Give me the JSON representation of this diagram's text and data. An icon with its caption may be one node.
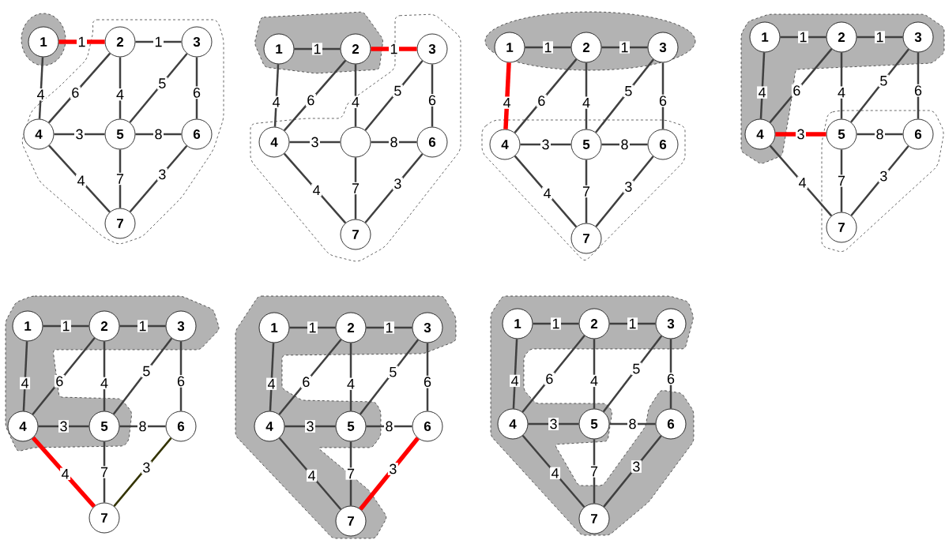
{
  "diagram": {
    "nodes": [
      {
        "text": [
          "1"
        ]
      },
      {
        "text": [
          "2"
        ]
      },
      {
        "text": [
          "3"
        ]
      },
      {
        "text": [
          "4"
        ]
      },
      {
        "text": [
          "5"
        ]
      },
      {
        "text": [
          "6"
        ]
      },
      {
        "text": [
          "7"
        ]
      },
      {
        "text": [
          "1"
        ]
      },
      {
        "text": [
          "2"
        ]
      },
      {
        "text": [
          "3"
        ]
      },
      {
        "text": [
          "4"
        ]
      },
      {
        "text": [],
        "shape": "circle"
      },
      {
        "text": [
          "6"
        ]
      },
      {
        "text": [
          "7"
        ]
      },
      {
        "text": [
          "1"
        ]
      },
      {
        "text": [
          "2"
        ]
      },
      {
        "text": [
          "3"
        ]
      },
      {
        "text": [
          "4"
        ]
      },
      {
        "text": [
          "5"
        ]
      },
      {
        "text": [
          "6"
        ]
      },
      {
        "text": [
          "7"
        ]
      },
      {
        "text": [
          "1"
        ]
      },
      {
        "text": [
          "2"
        ]
      },
      {
        "text": [
          "3"
        ]
      },
      {
        "text": [
          "4"
        ]
      },
      {
        "text": [
          "5"
        ]
      },
      {
        "text": [
          "6"
        ]
      },
      {
        "text": [
          "7"
        ]
      },
      {
        "text": [
          "1"
        ]
      },
      {
        "text": [
          "2"
        ]
      },
      {
        "text": [
          "3"
        ]
      },
      {
        "text": [
          "4"
        ]
      },
      {
        "text": [
          "5"
        ]
      },
      {
        "text": [
          "6"
        ]
      },
      {
        "text": [
          "7"
        ]
      },
      {
        "text": [
          "1"
        ]
      },
      {
        "text": [
          "2"
        ]
      },
      {
        "text": [
          "3"
        ]
      },
      {
        "text": [
          "4"
        ]
      },
      {
        "text": [
          "5"
        ]
      },
      {
        "text": [
          "6"
        ]
      },
      {
        "text": [
          "7"
        ]
      },
      {
        "text": [
          "1"
        ]
      },
      {
        "text": [
          "2"
        ]
      },
      {
        "text": [
          "3"
        ]
      },
      {
        "text": [
          "4"
        ]
      },
      {
        "text": [
          "5"
        ]
      },
      {
        "text": [
          "6"
        ]
      },
      {
        "text": [
          "7"
        ]
      }
    ],
    "edges": [
      {
        "from": 0,
        "to": 1,
        "arrow": "none",
        "label": "1",
        "style": "thick",
        "color": "#ff0000"
      },
      {
        "from": 1,
        "to": 2,
        "arrow": "none",
        "label": "1"
      },
      {
        "from": 0,
        "to": 3,
        "arrow": "none",
        "label": "4"
      },
      {
        "from": 1,
        "to": 3,
        "arrow": "none",
        "label": "6"
      },
      {
        "from": 1,
        "to": 4,
        "arrow": "none",
        "label": "4"
      },
      {
        "from": 2,
        "to": 4,
        "arrow": "none",
        "label": "5"
      },
      {
        "from": 2,
        "to": 5,
        "arrow": "none",
        "label": "6"
      },
      {
        "from": 3,
        "to": 4,
        "arrow": "none",
        "label": "3"
      },
      {
        "from": 4,
        "to": 5,
        "arrow": "none",
        "label": "8"
      },
      {
        "from": 3,
        "to": 6,
        "arrow": "none",
        "label": "4"
      },
      {
        "from": 4,
        "to": 6,
        "arrow": "none",
        "label": "7"
      },
      {
        "from": 5,
        "to": 6,
        "arrow": "none",
        "label": "3"
      },
      {
        "from": 7,
        "to": 8,
        "arrow": "none",
        "label": "1"
      },
      {
        "from": 8,
        "to": 9,
        "arrow": "none",
        "label": "1",
        "style": "thick",
        "color": "#ff0000"
      },
      {
        "from": 7,
        "to": 10,
        "arrow": "none",
        "label": "4"
      },
      {
        "from": 8,
        "to": 10,
        "arrow": "none",
        "label": "6"
      },
      {
        "from": 8,
        "to": 11,
        "arrow": "none",
        "label": "4"
      },
      {
        "from": 9,
        "to": 11,
        "arrow": "none",
        "label": "5"
      },
      {
        "from": 9,
        "to": 12,
        "arrow": "none",
        "label": "6"
      },
      {
        "from": 10,
        "to": 11,
        "arrow": "none",
        "label": "3"
      },
      {
        "from": 11,
        "to": 12,
        "arrow": "none",
        "label": "8"
      },
      {
        "from": 10,
        "to": 13,
        "arrow": "none",
        "label": "4"
      },
      {
        "from": 11,
        "to": 13,
        "arrow": "none",
        "label": "7"
      },
      {
        "from": 12,
        "to": 13,
        "arrow": "none",
        "label": "3"
      },
      {
        "from": 14,
        "to": 15,
        "arrow": "none",
        "label": "1"
      },
      {
        "from": 15,
        "to": 16,
        "arrow": "none",
        "label": "1"
      },
      {
        "from": 14,
        "to": 17,
        "arrow": "none",
        "label": "4",
        "style": "thick",
        "color": "#ff0000"
      },
      {
        "from": 15,
        "to": 17,
        "arrow": "none",
        "label": "6"
      },
      {
        "from": 15,
        "to": 18,
        "arrow": "none",
        "label": "4"
      },
      {
        "from": 16,
        "to": 18,
        "arrow": "none",
        "label": "5"
      },
      {
        "from": 16,
        "to": 19,
        "arrow": "none",
        "label": "6"
      },
      {
        "from": 17,
        "to": 18,
        "arrow": "none",
        "label": "3"
      },
      {
        "from": 18,
        "to": 19,
        "arrow": "none",
        "label": "8"
      },
      {
        "from": 17,
        "to": 20,
        "arrow": "none",
        "label": "4"
      },
      {
        "from": 18,
        "to": 20,
        "arrow": "none",
        "label": "7"
      },
      {
        "from": 19,
        "to": 20,
        "arrow": "none",
        "label": "3"
      },
      {
        "from": 21,
        "to": 22,
        "arrow": "none",
        "label": "1"
      },
      {
        "from": 22,
        "to": 23,
        "arrow": "none",
        "label": "1"
      },
      {
        "from": 21,
        "to": 24,
        "arrow": "none",
        "label": "4"
      },
      {
        "from": 22,
        "to": 24,
        "arrow": "none",
        "label": "6"
      },
      {
        "from": 22,
        "to": 25,
        "arrow": "none",
        "label": "4"
      },
      {
        "from": 23,
        "to": 25,
        "arrow": "none",
        "label": "5"
      },
      {
        "from": 23,
        "to": 26,
        "arrow": "none",
        "label": "6"
      },
      {
        "from": 24,
        "to": 25,
        "arrow": "none",
        "label": "3",
        "style": "thick",
        "color": "#ff0000"
      },
      {
        "from": 25,
        "to": 26,
        "arrow": "none",
        "label": "8"
      },
      {
        "from": 24,
        "to": 27,
        "arrow": "none",
        "label": "4"
      },
      {
        "from": 25,
        "to": 27,
        "arrow": "none",
        "label": "7"
      },
      {
        "from": 26,
        "to": 27,
        "arrow": "none",
        "label": "3"
      },
      {
        "from": 28,
        "to": 29,
        "arrow": "none",
        "label": "1"
      },
      {
        "from": 29,
        "to": 30,
        "arrow": "none",
        "label": "1"
      },
      {
        "from": 28,
        "to": 31,
        "arrow": "none",
        "label": "4"
      },
      {
        "from": 29,
        "to": 31,
        "arrow": "none",
        "label": "6"
      },
      {
        "from": 29,
        "to": 32,
        "arrow": "none",
        "label": "4"
      },
      {
        "from": 30,
        "to": 32,
        "arrow": "none",
        "label": "5"
      },
      {
        "from": 30,
        "to": 33,
        "arrow": "none",
        "label": "6"
      },
      {
        "from": 31,
        "to": 32,
        "arrow": "none",
        "label": "3"
      },
      {
        "from": 32,
        "to": 33,
        "arrow": "none",
        "label": "8"
      },
      {
        "from": 31,
        "to": 34,
        "arrow": "none",
        "label": "4",
        "style": "thick",
        "color": "#ff0000"
      },
      {
        "from": 32,
        "to": 34,
        "arrow": "none",
        "label": "7"
      },
      {
        "from": 33,
        "to": 34,
        "arrow": "none",
        "label": "3",
        "color": "#333300"
      },
      {
        "from": 35,
        "to": 36,
        "arrow": "none",
        "label": "1"
      },
      {
        "from": 36,
        "to": 37,
        "arrow": "none",
        "label": "1"
      },
      {
        "from": 35,
        "to": 38,
        "arrow": "none",
        "label": "4"
      },
      {
        "from": 36,
        "to": 38,
        "arrow": "none",
        "label": "6"
      },
      {
        "from": 36,
        "to": 39,
        "arrow": "none",
        "label": "4"
      },
      {
        "from": 37,
        "to": 39,
        "arrow": "none",
        "label": "5"
      },
      {
        "from": 37,
        "to": 40,
        "arrow": "none",
        "label": "6"
      },
      {
        "from": 38,
        "to": 39,
        "arrow": "none",
        "label": "3"
      },
      {
        "from": 39,
        "to": 40,
        "arrow": "none",
        "label": "8"
      },
      {
        "from": 38,
        "to": 41,
        "arrow": "none",
        "label": "4"
      },
      {
        "from": 39,
        "to": 41,
        "arrow": "none",
        "label": "7"
      },
      {
        "from": 40,
        "to": 41,
        "arrow": "none",
        "label": "3",
        "style": "thick",
        "color": "#ff0000"
      },
      {
        "from": 42,
        "to": 43,
        "arrow": "none",
        "label": "1"
      },
      {
        "from": 43,
        "to": 44,
        "arrow": "none",
        "label": "1"
      },
      {
        "from": 42,
        "to": 45,
        "arrow": "none",
        "label": "4"
      },
      {
        "from": 43,
        "to": 45,
        "arrow": "none",
        "label": "6"
      },
      {
        "from": 43,
        "to": 46,
        "arrow": "none",
        "label": "4"
      },
      {
        "from": 44,
        "to": 46,
        "arrow": "none",
        "label": "5"
      },
      {
        "from": 44,
        "to": 47,
        "arrow": "none",
        "label": "6"
      },
      {
        "from": 45,
        "to": 46,
        "arrow": "none",
        "label": "3"
      },
      {
        "from": 46,
        "to": 47,
        "arrow": "none",
        "label": "8"
      },
      {
        "from": 45,
        "to": 48,
        "arrow": "none",
        "label": "4"
      },
      {
        "from": 46,
        "to": 48,
        "arrow": "none",
        "label": "7"
      },
      {
        "from": 47,
        "to": 48,
        "arrow": "none",
        "label": "3"
      }
    ]
  }
}
